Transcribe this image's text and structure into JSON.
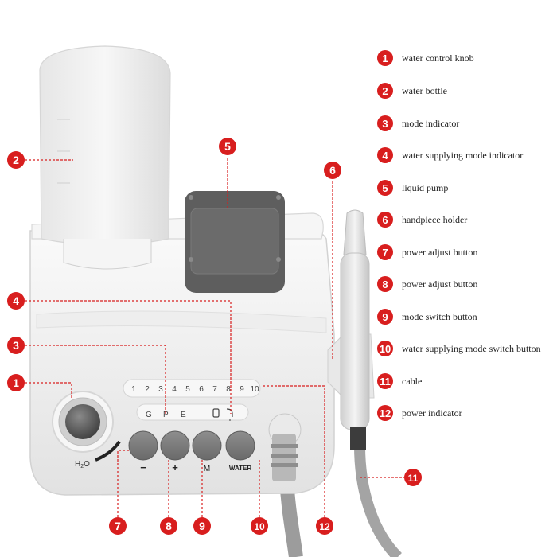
{
  "legend": [
    {
      "number": "1",
      "label": "water control knob"
    },
    {
      "number": "2",
      "label": "water bottle"
    },
    {
      "number": "3",
      "label": "mode indicator"
    },
    {
      "number": "4",
      "label": "water supplying mode indicator"
    },
    {
      "number": "5",
      "label": "liquid pump"
    },
    {
      "number": "6",
      "label": "handpiece holder"
    },
    {
      "number": "7",
      "label": "power adjust button"
    },
    {
      "number": "8",
      "label": "power adjust button"
    },
    {
      "number": "9",
      "label": "mode switch button"
    },
    {
      "number": "10",
      "label": "water supplying mode switch button"
    },
    {
      "number": "11",
      "label": "cable"
    },
    {
      "number": "12",
      "label": "power indicator"
    }
  ],
  "panel": {
    "power_levels": [
      "1",
      "2",
      "3",
      "4",
      "5",
      "6",
      "7",
      "8",
      "9",
      "10"
    ],
    "mode_letters": [
      "G",
      "P",
      "E"
    ],
    "knob_label": "H",
    "knob_label_sub": "2",
    "knob_label_end": "O",
    "button_labels": [
      "−",
      "+",
      "M",
      "WATER"
    ]
  },
  "callouts": {
    "left": [
      "1",
      "2",
      "3",
      "4"
    ],
    "top": [
      "5",
      "6"
    ],
    "bottom": [
      "7",
      "8",
      "9",
      "10",
      "12"
    ],
    "right": [
      "11"
    ]
  },
  "colors": {
    "callout_red": "#d81e1e",
    "device_white": "#f2f2f2",
    "button_gray": "#7c7c7c",
    "pump_dark": "#5e5e5e",
    "cable_gray": "#9c9c9c"
  }
}
